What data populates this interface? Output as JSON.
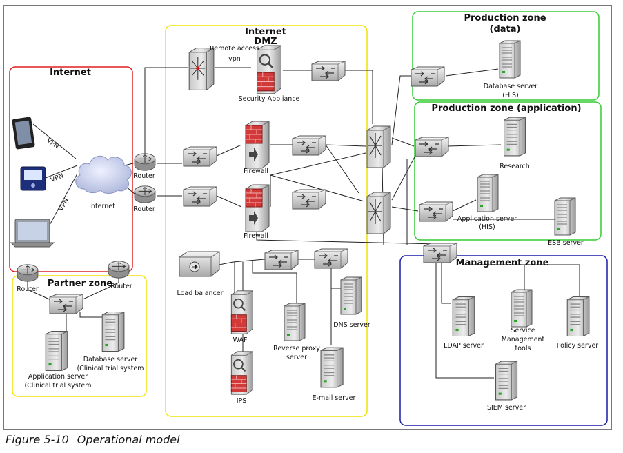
{
  "caption": {
    "number": "Figure 5-10",
    "title": "Operational model"
  },
  "colors": {
    "internet": "#e02020",
    "dmz": "#f2e200",
    "production": "#33cc33",
    "management": "#1a1aaa",
    "partner": "#f2e200"
  },
  "zones": {
    "internet": "Internet",
    "dmz_line1": "Internet",
    "dmz_line2": "DMZ",
    "prod_data_line1": "Production zone",
    "prod_data_line2": "(data)",
    "prod_app": "Production zone (application)",
    "management": "Management zone",
    "partner": "Partner zone"
  },
  "labels": {
    "cloud": "Internet",
    "vpn": "VPN",
    "router": "Router",
    "remote_access_1": "Remote access",
    "remote_access_2": "vpn",
    "security_appliance": "Security Appliance",
    "firewall": "Firewall",
    "load_balancer": "Load balancer",
    "waf": "WAF",
    "ips": "IPS",
    "reverse_proxy_1": "Reverse proxy",
    "reverse_proxy_2": "server",
    "dns_server": "DNS server",
    "email_server": "E-mail server",
    "db_server_his_1": "Database server",
    "db_server_his_2": "(HIS)",
    "research": "Research",
    "app_server_his_1": "Application server",
    "app_server_his_2": "(HIS)",
    "esb_server": "ESB server",
    "ldap_server": "LDAP server",
    "smt_1": "Service",
    "smt_2": "Management",
    "smt_3": "tools",
    "policy_server": "Policy server",
    "siem_server": "SIEM server",
    "partner_db_1": "Database server",
    "partner_db_2": "(Clinical trial system",
    "partner_app_1": "Application server",
    "partner_app_2": "(Clinical trial system"
  }
}
